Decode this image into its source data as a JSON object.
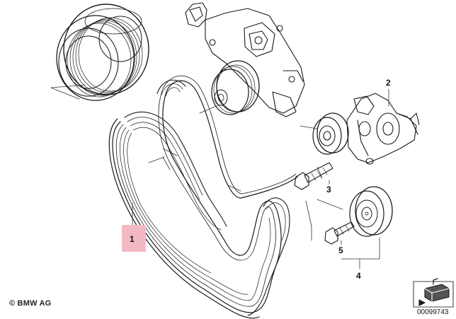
{
  "callouts": {
    "belt": "1",
    "tensioner": "2",
    "tensioner_bolt": "3",
    "idler_pulley": "4",
    "idler_bolt": "5"
  },
  "footer": {
    "copyright": "© BMW AG",
    "doc_number": "00099743"
  },
  "colors": {
    "highlight": "#f4b8c4",
    "line": "#1a1a1a"
  }
}
